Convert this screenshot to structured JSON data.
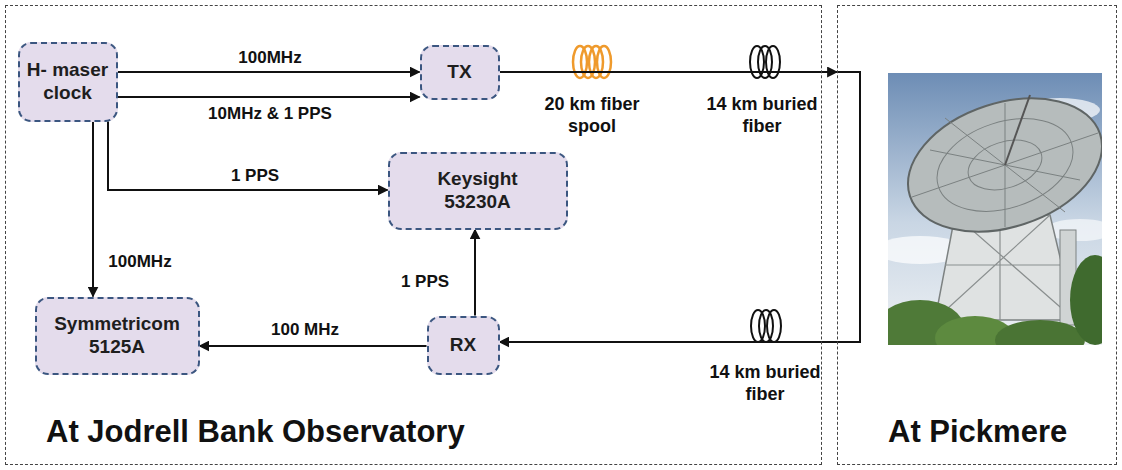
{
  "diagram": {
    "nodes": [
      {
        "text": [
          "At Jodrell Bank Observatory"
        ]
      },
      {
        "text": [
          "H- maser clock"
        ],
        "in": 0
      },
      {
        "text": [
          "TX"
        ],
        "in": 0
      },
      {
        "text": [
          "Keysight 53230A"
        ],
        "in": 0
      },
      {
        "text": [
          "Symmetricom 5125A"
        ],
        "in": 0
      },
      {
        "text": [
          "RX"
        ],
        "in": 0
      },
      {
        "text": [
          "At Pickmere"
        ]
      }
    ],
    "edges": [
      {
        "from": 1,
        "to": 2,
        "label": "100MHz",
        "arrow": "to"
      },
      {
        "from": 1,
        "to": 2,
        "label": "10MHz & 1 PPS",
        "arrow": "to"
      },
      {
        "from": 1,
        "to": 3,
        "label": "1 PPS",
        "arrow": "to"
      },
      {
        "from": 1,
        "to": 4,
        "label": "100MHz",
        "arrow": "to"
      },
      {
        "from": 5,
        "to": 3,
        "label": "1 PPS",
        "arrow": "to"
      },
      {
        "from": 5,
        "to": 4,
        "label": "100 MHz",
        "arrow": "to"
      },
      {
        "from": 2,
        "to": 6,
        "arrow": "to"
      },
      {
        "from": 6,
        "to": 5,
        "arrow": "to"
      }
    ],
    "labels": [
      "20 km fiber spool",
      "14 km buried fiber",
      "14 km buried fiber"
    ]
  }
}
